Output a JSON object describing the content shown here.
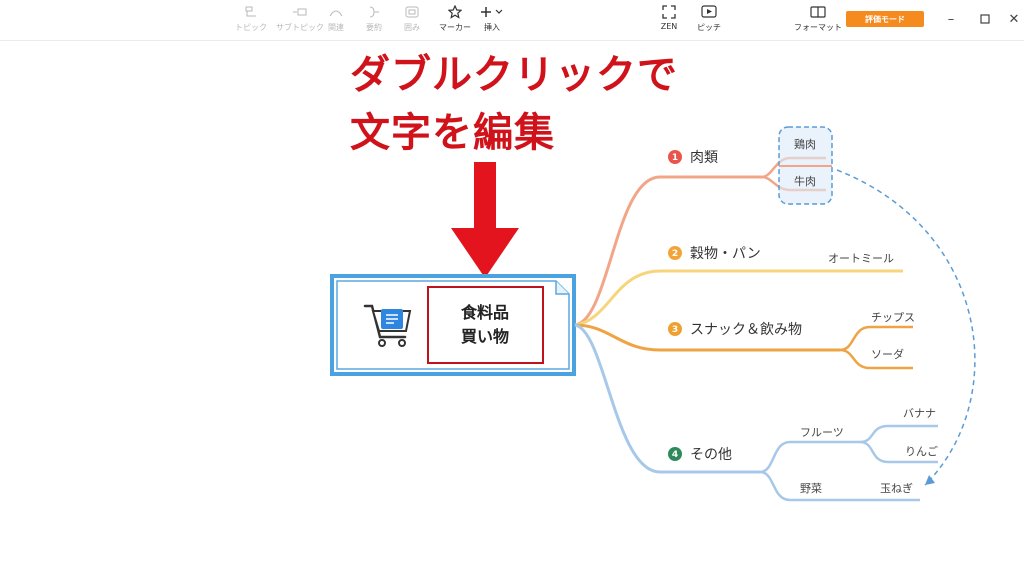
{
  "toolbar": {
    "topic": "トピック",
    "subtopic": "サブトピック",
    "relation": "関連",
    "summary": "要約",
    "boundary": "囲み",
    "marker": "マーカー",
    "insert": "挿入",
    "zen": "ZEN",
    "pitch": "ピッチ",
    "format": "フォーマット",
    "eval_mode": "評価モード"
  },
  "annotation": {
    "line1": "ダブルクリックで",
    "line2": "文字を編集"
  },
  "root": {
    "line1": "食料品",
    "line2": "買い物"
  },
  "branches": [
    {
      "num": "1",
      "label": "肉類",
      "color": "#f0927a",
      "badge": "#e9554a",
      "children": [
        "鶏肉",
        "牛肉"
      ]
    },
    {
      "num": "2",
      "label": "穀物・パン",
      "color": "#f7cf6e",
      "badge": "#f2a43a",
      "children": [
        "オートミール"
      ]
    },
    {
      "num": "3",
      "label": "スナック＆飲み物",
      "color": "#f0a040",
      "badge": "#f0a030",
      "children": [
        "チップス",
        "ソーダ"
      ]
    },
    {
      "num": "4",
      "label": "その他",
      "color": "#9bc2e6",
      "badge": "#2f8a5b",
      "children": [
        "フルーツ",
        "野菜"
      ],
      "grandchildren": [
        "バナナ",
        "りんご",
        "玉ねぎ"
      ]
    }
  ],
  "colors": {
    "annotation": "#d0121b",
    "root_border": "#4aa3e0",
    "boundary": "#5b9bd5"
  }
}
